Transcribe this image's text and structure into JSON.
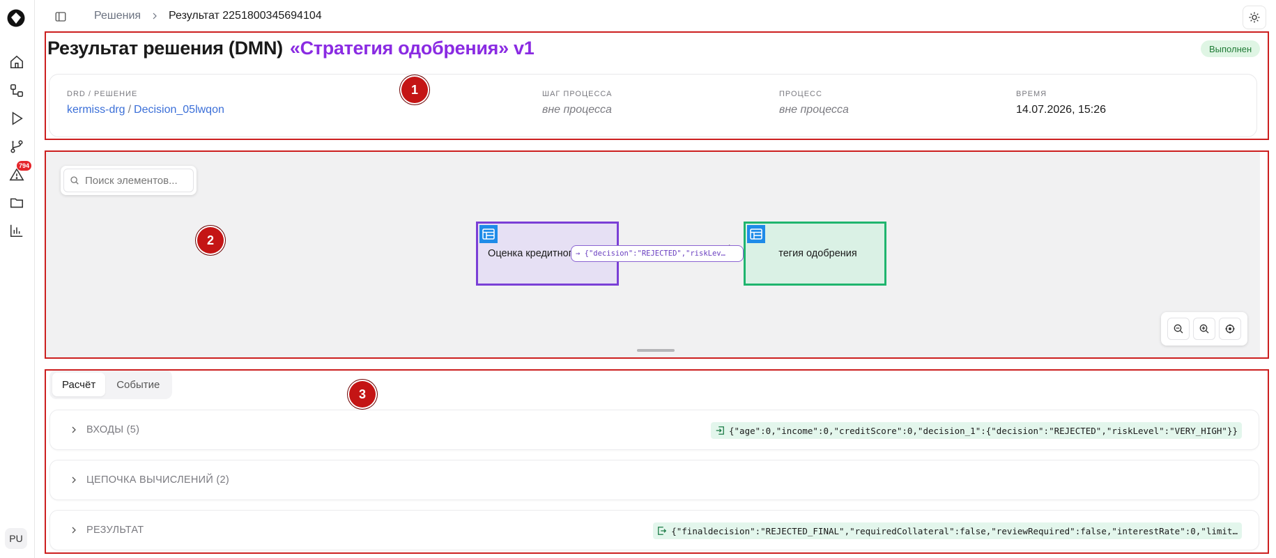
{
  "sidebar": {
    "badge_count": "794",
    "avatar": "PU",
    "items": [
      {
        "icon": "home-icon"
      },
      {
        "icon": "diagram-nodes-icon"
      },
      {
        "icon": "play-icon"
      },
      {
        "icon": "git-branch-icon"
      },
      {
        "icon": "warning-icon"
      },
      {
        "icon": "folder-icon"
      },
      {
        "icon": "bar-chart-icon"
      }
    ]
  },
  "breadcrumb": {
    "parent": "Решения",
    "current": "Результат 2251800345694104"
  },
  "header": {
    "title": "Результат решения (DMN)",
    "subtitle": "«Стратегия одобрения» v1",
    "status": "Выполнен"
  },
  "info": {
    "drd": {
      "label": "DRD / РЕШЕНИЕ",
      "link1": "kermiss-drg",
      "separator": "/",
      "link2": "Decision_05lwqon"
    },
    "step": {
      "label": "ШАГ ПРОЦЕССА",
      "value": "вне процесса"
    },
    "process": {
      "label": "ПРОЦЕСС",
      "value": "вне процесса"
    },
    "time": {
      "label": "ВРЕМЯ",
      "value": "14.07.2026, 15:26"
    }
  },
  "diagram": {
    "search_placeholder": "Поиск элементов...",
    "node1": {
      "label": "Оценка кредитного риска"
    },
    "node2": {
      "label": "тегия одобрения"
    },
    "edge_label": "→ {\"decision\":\"REJECTED\",\"riskLev…"
  },
  "annotations": [
    "1",
    "2",
    "3"
  ],
  "tabs": [
    {
      "label": "Расчёт"
    },
    {
      "label": "Событие"
    }
  ],
  "sections": {
    "inputs": {
      "title": "ВХОДЫ (5)",
      "json": "{\"age\":0,\"income\":0,\"creditScore\":0,\"decision_1\":{\"decision\":\"REJECTED\",\"riskLevel\":\"VERY_HIGH\"}}"
    },
    "chain": {
      "title": "ЦЕПОЧКА ВЫЧИСЛЕНИЙ (2)"
    },
    "result": {
      "title": "РЕЗУЛЬТАТ",
      "json": "{\"finaldecision\":\"REJECTED_FINAL\",\"requiredCollateral\":false,\"reviewRequired\":false,\"interestRate\":0,\"limit…"
    }
  },
  "colors": {
    "accent_purple": "#8a2be2",
    "node1_border": "#7a3fd6",
    "node1_fill": "#e6e0f4",
    "node2_border": "#1fb56e",
    "node2_fill": "#daf1e5",
    "annotation_red": "#cc1f1f",
    "status_green": "#1f7a35"
  }
}
